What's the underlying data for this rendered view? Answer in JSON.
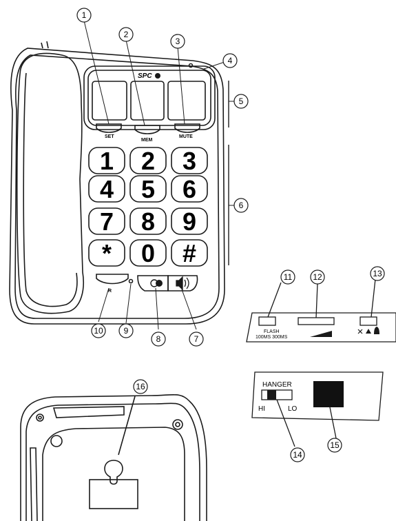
{
  "brand": "SPC",
  "function_keys": {
    "set": "SET",
    "mem": "MEM",
    "mute": "MUTE"
  },
  "keypad": [
    "1",
    "2",
    "3",
    "4",
    "5",
    "6",
    "7",
    "8",
    "9",
    "*",
    "0",
    "#"
  ],
  "redial_label": "R",
  "side_panel": {
    "flash_title": "FLASH",
    "flash_values": "100MS 300MS"
  },
  "hanger_panel": {
    "title": "HANGER",
    "hi": "HI",
    "lo": "LO"
  },
  "callouts": [
    "1",
    "2",
    "3",
    "4",
    "5",
    "6",
    "7",
    "8",
    "9",
    "10",
    "11",
    "12",
    "13",
    "14",
    "15",
    "16"
  ],
  "icons": [
    "handset-icon",
    "speaker-icon",
    "redial-icon",
    "mute-ringer-icon",
    "ringer-low-icon",
    "ringer-high-icon",
    "volume-ramp-icon",
    "keyhole-icon"
  ],
  "colors": {
    "line": "#1a1a1a",
    "background": "#ffffff",
    "fill_dark": "#111111"
  }
}
